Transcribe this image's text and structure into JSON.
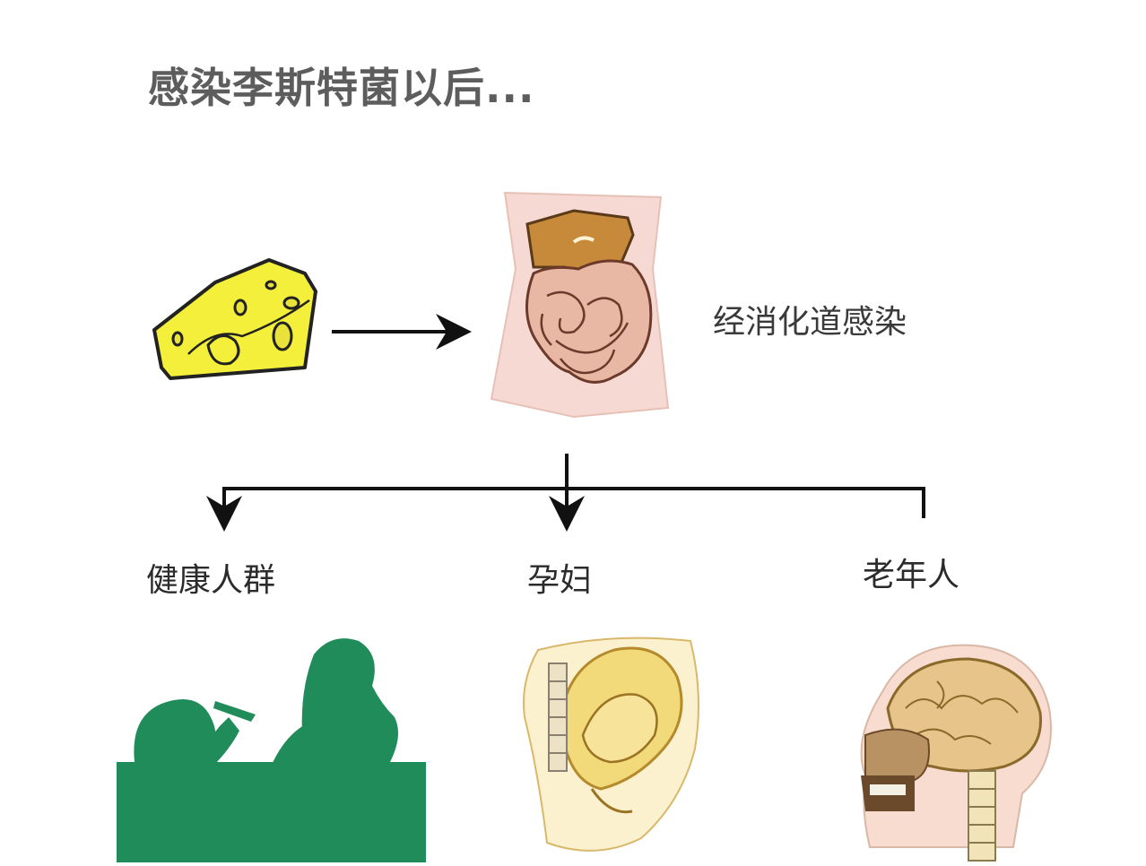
{
  "title": "感染李斯特菌以后...",
  "route_label": "经消化道感染",
  "groups": [
    {
      "label": "健康人群",
      "icon": "healthy-people-silhouette-icon",
      "color": "#1f8c5a"
    },
    {
      "label": "孕妇",
      "icon": "pregnancy-anatomy-icon",
      "color": "#e8c45a"
    },
    {
      "label": "老年人",
      "icon": "brain-head-anatomy-icon",
      "color": "#c9a15a"
    }
  ],
  "icons": {
    "source": "cheese-icon",
    "organ": "digestive-tract-icon"
  },
  "colors": {
    "cheese": "#f3ef3a",
    "body_skin": "#f6d9d3",
    "liver": "#c7893a",
    "intestine": "#e8b8a5",
    "silhouette": "#1f8c5a",
    "womb": "#f2d97a",
    "brain": "#e7c58a"
  }
}
